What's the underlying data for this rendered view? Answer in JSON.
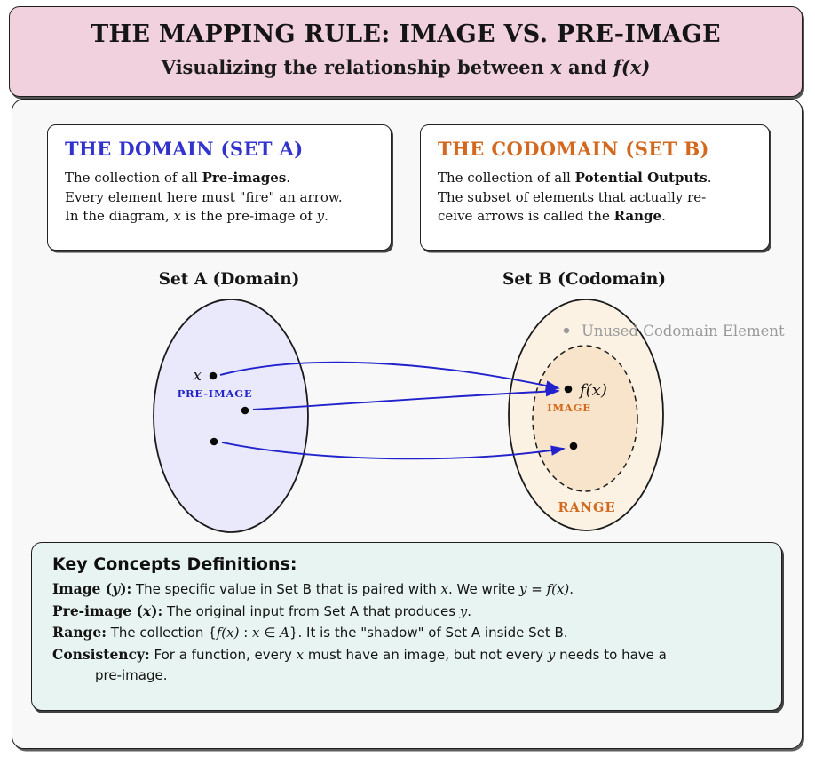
{
  "header": {
    "title": "THE MAPPING RULE: IMAGE VS. PRE-IMAGE",
    "subtitle": [
      {
        "t": "Visualizing the relationship between ",
        "s": "n"
      },
      {
        "t": "x",
        "s": "i"
      },
      {
        "t": " and ",
        "s": "n"
      },
      {
        "t": "f(x)",
        "s": "i"
      }
    ]
  },
  "domain_box": {
    "title": "THE DOMAIN (SET A)",
    "lines": [
      [
        {
          "t": "The collection of all ",
          "s": "n"
        },
        {
          "t": "Pre-images",
          "s": "b"
        },
        {
          "t": ".",
          "s": "n"
        }
      ],
      [
        {
          "t": "Every element here must \"fire\" an arrow.",
          "s": "n"
        }
      ],
      [
        {
          "t": "In the diagram, ",
          "s": "n"
        },
        {
          "t": "x",
          "s": "i"
        },
        {
          "t": " is the pre-image of ",
          "s": "n"
        },
        {
          "t": "y",
          "s": "i"
        },
        {
          "t": ".",
          "s": "n"
        }
      ]
    ]
  },
  "codomain_box": {
    "title": "THE CODOMAIN (SET B)",
    "lines": [
      [
        {
          "t": "The collection of all ",
          "s": "n"
        },
        {
          "t": "Potential Outputs",
          "s": "b"
        },
        {
          "t": ".",
          "s": "n"
        }
      ],
      [
        {
          "t": "The subset of elements that actually re-",
          "s": "n"
        }
      ],
      [
        {
          "t": "ceive arrows is called the ",
          "s": "n"
        },
        {
          "t": "Range",
          "s": "b"
        },
        {
          "t": ".",
          "s": "n"
        }
      ]
    ]
  },
  "diagram": {
    "set_a_title": "Set A (Domain)",
    "set_b_title": "Set B (Codomain)",
    "x_label": "x",
    "pre_image_label": "PRE-IMAGE",
    "fx_label": "f(x)",
    "image_label": "IMAGE",
    "range_label": "RANGE",
    "unused_label": "Unused Codomain Element"
  },
  "definitions": {
    "heading": "Key Concepts Definitions:",
    "lines": [
      [
        {
          "t": "Image (",
          "s": "b"
        },
        {
          "t": "y",
          "s": "bi"
        },
        {
          "t": "):",
          "s": "b"
        },
        {
          "t": " The specific value in Set B that is paired with ",
          "s": "n"
        },
        {
          "t": "x",
          "s": "i"
        },
        {
          "t": ". We write ",
          "s": "n"
        },
        {
          "t": "y",
          "s": "i"
        },
        {
          "t": " = ",
          "s": "n"
        },
        {
          "t": "f(x)",
          "s": "i"
        },
        {
          "t": ".",
          "s": "n"
        }
      ],
      [
        {
          "t": "Pre-image (",
          "s": "b"
        },
        {
          "t": "x",
          "s": "bi"
        },
        {
          "t": "):",
          "s": "b"
        },
        {
          "t": " The original input from Set A that produces ",
          "s": "n"
        },
        {
          "t": "y",
          "s": "i"
        },
        {
          "t": ".",
          "s": "n"
        }
      ],
      [
        {
          "t": "Range:",
          "s": "b"
        },
        {
          "t": " The collection {",
          "s": "n"
        },
        {
          "t": "f(x)",
          "s": "i"
        },
        {
          "t": " : ",
          "s": "n"
        },
        {
          "t": "x",
          "s": "i"
        },
        {
          "t": " ∈ ",
          "s": "n"
        },
        {
          "t": "A",
          "s": "i"
        },
        {
          "t": "}. It is the \"shadow\" of Set A inside Set B.",
          "s": "n"
        }
      ],
      [
        {
          "t": "Consistency:",
          "s": "b"
        },
        {
          "t": " For a function, every ",
          "s": "n"
        },
        {
          "t": "x",
          "s": "i"
        },
        {
          "t": " must have an image, but not every ",
          "s": "n"
        },
        {
          "t": "y",
          "s": "i"
        },
        {
          "t": " needs to have a",
          "s": "n"
        }
      ],
      [
        {
          "t": "pre-image.",
          "s": "n"
        }
      ]
    ]
  },
  "colors": {
    "header_bg": "#F2D1DE",
    "panel_bg": "#F8F8F8",
    "domain_accent": "#3232CC",
    "codomain_accent": "#D2691E",
    "arrow_blue": "#2222CC",
    "set_a_fill": "#E9E9FB",
    "set_b_fill": "#FBF2E4",
    "range_fill": "#F8E4CA",
    "definitions_bg": "#E8F4F1",
    "unused_gray": "#9A9A9A"
  }
}
